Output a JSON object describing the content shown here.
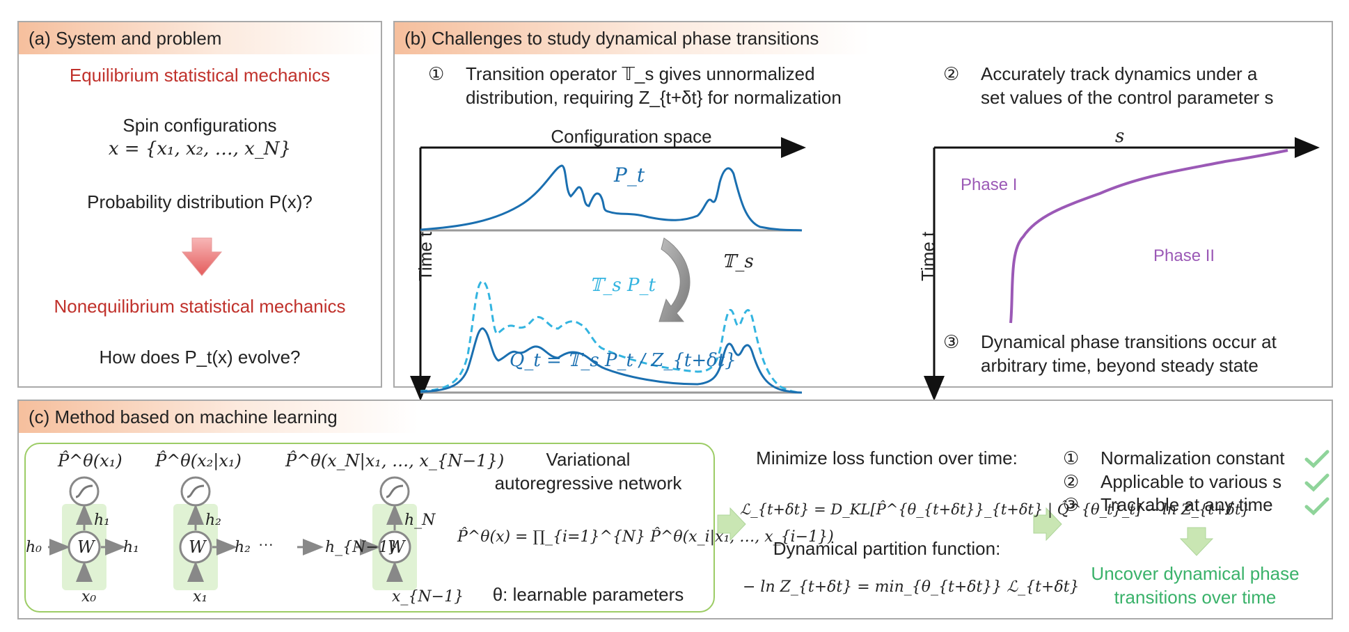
{
  "panel_a": {
    "title": "(a) System and problem",
    "heading_eq": "Equilibrium statistical mechanics",
    "spin_label": "Spin configurations",
    "spin_formula": "x = {x₁, x₂, …, x_N}",
    "prob_question": "Probability distribution P(x)?",
    "heading_noneq": "Nonequilibrium statistical mechanics",
    "evolve_question": "How does P_t(x) evolve?"
  },
  "panel_b": {
    "title": "(b) Challenges to study dynamical phase transitions",
    "item1_num": "①",
    "item1_line1": "Transition operator 𝕋_s gives unnormalized",
    "item1_line2": "distribution, requiring Z_{t+δt} for normalization",
    "item2_num": "②",
    "item2_line1": "Accurately track dynamics under a",
    "item2_line2": "set values of the control parameter s",
    "item3_num": "③",
    "item3_line1": "Dynamical phase transitions occur at",
    "item3_line2": "arbitrary time, beyond steady state",
    "left_plot": {
      "x_title": "Configuration space",
      "y_title": "Time t",
      "curve_pt": "P_t",
      "operator": "𝕋_s",
      "curve_tspt": "𝕋_s P_t",
      "curve_qt": "Q_t = 𝕋_s P_t / Z_{t+δt}"
    },
    "right_plot": {
      "x_title": "s",
      "y_title": "Time t",
      "phase1": "Phase I",
      "phase2": "Phase II"
    }
  },
  "panel_c": {
    "title": "(c) Method based on machine learning",
    "net_probs": [
      "P̂^θ(x₁)",
      "P̂^θ(x₂|x₁)",
      "P̂^θ(x_N|x₁, …, x_{N−1})"
    ],
    "net_inputs": [
      "x₀",
      "x₁",
      "x_{N−1}"
    ],
    "net_hidden_up": [
      "h₁",
      "h₂",
      "h_N"
    ],
    "net_chain": [
      "h₀",
      "h₁",
      "h₂",
      "h_{N−1}"
    ],
    "net_ellipsis": "···",
    "node_label": "W",
    "var_title_line1": "Variational",
    "var_title_line2": "autoregressive network",
    "var_formula": "P̂^θ(x) = ∏_{i=1}^{N} P̂^θ(x_i|x₁, …, x_{i−1})",
    "var_params": "θ: learnable parameters",
    "loss_title": "Minimize loss function over time:",
    "loss_formula": "ℒ_{t+δt} = D_KL[P̂^{θ_{t+δt}}_{t+δt} | Q̂^{θ_t}_t] − ln Z_{t+δt}",
    "partition_title": "Dynamical partition function:",
    "partition_formula": "− ln Z_{t+δt} = min_{θ_{t+δt}} ℒ_{t+δt}",
    "checks": [
      {
        "num": "①",
        "label": "Normalization constant"
      },
      {
        "num": "②",
        "label": "Applicable to various s"
      },
      {
        "num": "③",
        "label": "Trackable at any time"
      }
    ],
    "conclusion_line1": "Uncover dynamical phase",
    "conclusion_line2": "transitions over time"
  },
  "colors": {
    "red": "#c0312b",
    "blue_dark": "#1a6fb0",
    "blue_light": "#33b4e0",
    "purple": "#9b59b6",
    "green": "#3ab26a",
    "check_green": "#8fd49a",
    "arrow_green": "#c9e6b3",
    "title_bg": "#f4b48c"
  }
}
